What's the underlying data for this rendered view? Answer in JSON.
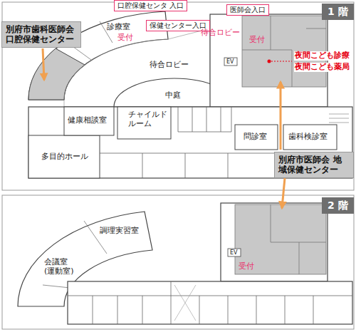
{
  "diagram": {
    "nodes": [
      {
        "text": [
          "1 階"
        ]
      },
      {
        "text": [
          "2 階"
        ]
      },
      {
        "text": [
          "別府市歯科医師会 口腔保健センター"
        ]
      },
      {
        "text": [
          "別府市医師会 地域保健センター"
        ]
      },
      {
        "text": [
          "口腔保健センタ 入口"
        ]
      },
      {
        "text": [
          "保健センター入口"
        ]
      },
      {
        "text": [
          "医師会入口"
        ]
      }
    ],
    "labels": [
      "診療室",
      "受付",
      "待合ロビー",
      "中庭",
      "待合ロビー",
      "受付",
      "夜間こども診療",
      "夜間こども薬局",
      "EV",
      "健康相談室",
      "チャイルド ルーム",
      "問診室",
      "歯科検診室",
      "多目的ホール",
      "調理実習室",
      "会議室 (運動室)",
      "EV",
      "受付"
    ]
  }
}
